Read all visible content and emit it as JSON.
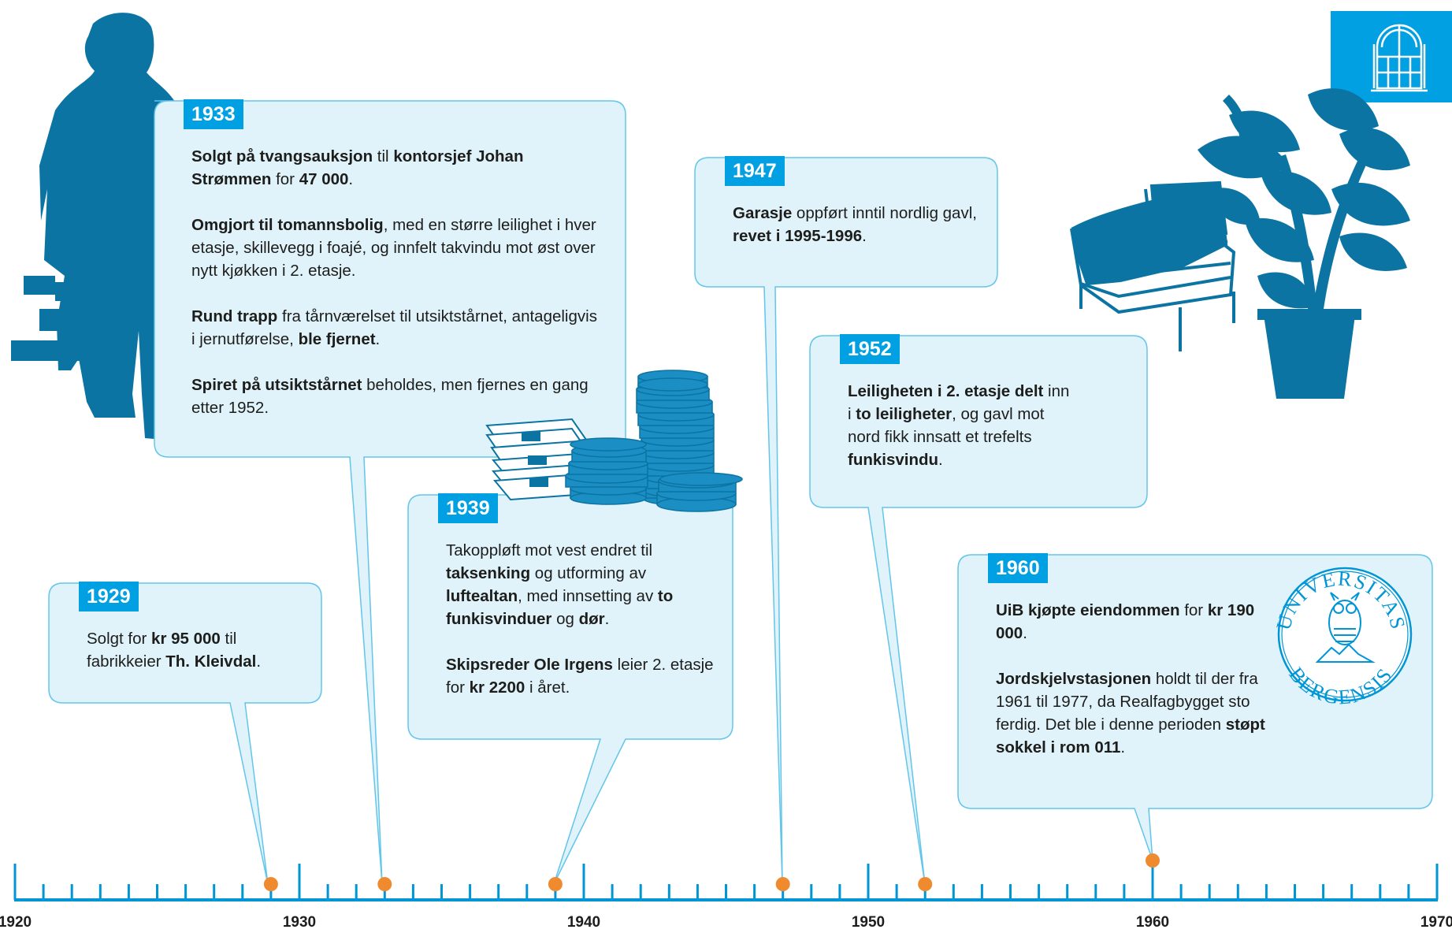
{
  "timeline": {
    "labels": [
      "1920",
      "1930",
      "1940",
      "1950",
      "1960",
      "1970"
    ],
    "start_year": 1920,
    "end_year": 1970,
    "accent_color": "#00a0e3",
    "marker_color": "#f08a2e",
    "axis_color": "#0096d6"
  },
  "events": [
    {
      "year": "1929",
      "paragraphs": [
        [
          {
            "t": "Solgt for "
          },
          {
            "t": "kr 95 000",
            "b": true
          },
          {
            "t": " til fabrikkeier "
          },
          {
            "t": "Th. Kleivdal",
            "b": true
          },
          {
            "t": "."
          }
        ]
      ]
    },
    {
      "year": "1933",
      "paragraphs": [
        [
          {
            "t": "Solgt på tvangsauksjon",
            "b": true
          },
          {
            "t": " til "
          },
          {
            "t": "kontorsjef Johan Strømmen",
            "b": true
          },
          {
            "t": " for "
          },
          {
            "t": "47 000",
            "b": true
          },
          {
            "t": "."
          }
        ],
        [
          {
            "t": "Omgjort til tomannsbolig",
            "b": true
          },
          {
            "t": ", med en større leilighet i hver etasje, skillevegg i foajé, og innfelt takvindu mot øst over nytt kjøkken i 2. etasje."
          }
        ],
        [
          {
            "t": "Rund trapp",
            "b": true
          },
          {
            "t": " fra tårnværelset til utsiktstårnet, antageligvis i jernutførelse, "
          },
          {
            "t": "ble fjernet",
            "b": true
          },
          {
            "t": "."
          }
        ],
        [
          {
            "t": "Spiret på utsiktstårnet",
            "b": true
          },
          {
            "t": " beholdes, men fjernes en gang etter 1952."
          }
        ]
      ]
    },
    {
      "year": "1939",
      "paragraphs": [
        [
          {
            "t": "Takoppløft mot vest endret til "
          },
          {
            "t": "taksenking",
            "b": true
          },
          {
            "t": " og utforming av "
          },
          {
            "t": "luftealtan",
            "b": true
          },
          {
            "t": ", med innsetting av "
          },
          {
            "t": "to funkisvinduer",
            "b": true
          },
          {
            "t": " og "
          },
          {
            "t": "dør",
            "b": true
          },
          {
            "t": "."
          }
        ],
        [
          {
            "t": "Skipsreder Ole Irgens",
            "b": true
          },
          {
            "t": " leier 2. etasje for "
          },
          {
            "t": "kr 2200",
            "b": true
          },
          {
            "t": " i året."
          }
        ]
      ]
    },
    {
      "year": "1947",
      "paragraphs": [
        [
          {
            "t": "Garasje",
            "b": true
          },
          {
            "t": " oppført inntil nordlig gavl, "
          },
          {
            "t": "revet i 1995-1996",
            "b": true
          },
          {
            "t": "."
          }
        ]
      ]
    },
    {
      "year": "1952",
      "paragraphs": [
        [
          {
            "t": "Leiligheten i 2. etasje delt",
            "b": true
          },
          {
            "t": " inn i "
          },
          {
            "t": "to leiligheter",
            "b": true
          },
          {
            "t": ", og gavl mot nord fikk innsatt et trefelts "
          },
          {
            "t": "funkisvindu",
            "b": true
          },
          {
            "t": "."
          }
        ]
      ]
    },
    {
      "year": "1960",
      "paragraphs": [
        [
          {
            "t": "UiB kjøpte eiendommen",
            "b": true
          },
          {
            "t": " for "
          },
          {
            "t": "kr 190 000",
            "b": true
          },
          {
            "t": "."
          }
        ],
        [
          {
            "t": "Jordskjelvstasjonen",
            "b": true
          },
          {
            "t": " holdt til der fra 1961 til 1977, da Realfagbygget sto ferdig. Det ble i denne perioden "
          },
          {
            "t": "støpt sokkel i rom 011",
            "b": true
          },
          {
            "t": "."
          }
        ]
      ]
    }
  ],
  "seal": {
    "top_text": "UNIVERSITAS",
    "bottom_text": "BERGENSIS"
  },
  "icons": [
    "worker-silhouette-icon",
    "money-stack-icon",
    "armchair-icon",
    "plant-icon",
    "door-logo-icon",
    "uib-seal-icon"
  ]
}
